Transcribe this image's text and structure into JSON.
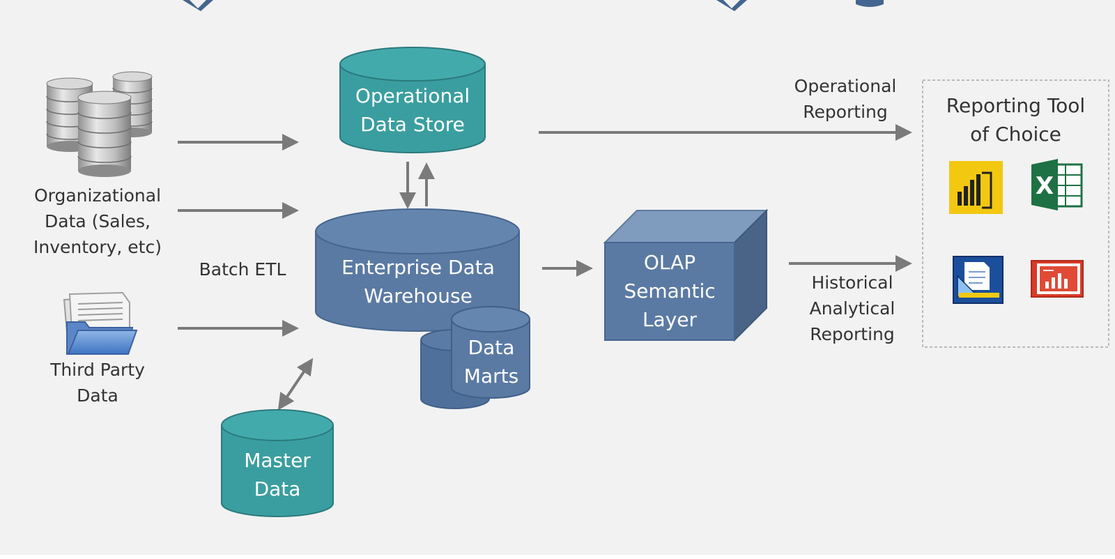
{
  "sources": {
    "organizational": "Organizational\nData (Sales,\nInventory, etc)",
    "third_party": "Third Party\nData"
  },
  "batch_etl": "Batch ETL",
  "stores": {
    "ods": "Operational\nData Store",
    "edw": "Enterprise Data\nWarehouse",
    "data_marts": "Data\nMarts",
    "master_data": "Master\nData"
  },
  "olap": "OLAP\nSemantic\nLayer",
  "reporting": {
    "operational": "Operational\nReporting",
    "historical": "Historical\nAnalytical\nReporting",
    "tool_title": "Reporting Tool\nof Choice",
    "tools": [
      {
        "icon": "power-bi-icon"
      },
      {
        "icon": "excel-icon"
      },
      {
        "icon": "report-builder-icon"
      },
      {
        "icon": "powerpoint-chart-icon"
      }
    ]
  },
  "colors": {
    "teal": "#3a9ea0",
    "blue": "#5a7aa3",
    "arrow": "#7a7a7a",
    "title": "#44658f"
  }
}
